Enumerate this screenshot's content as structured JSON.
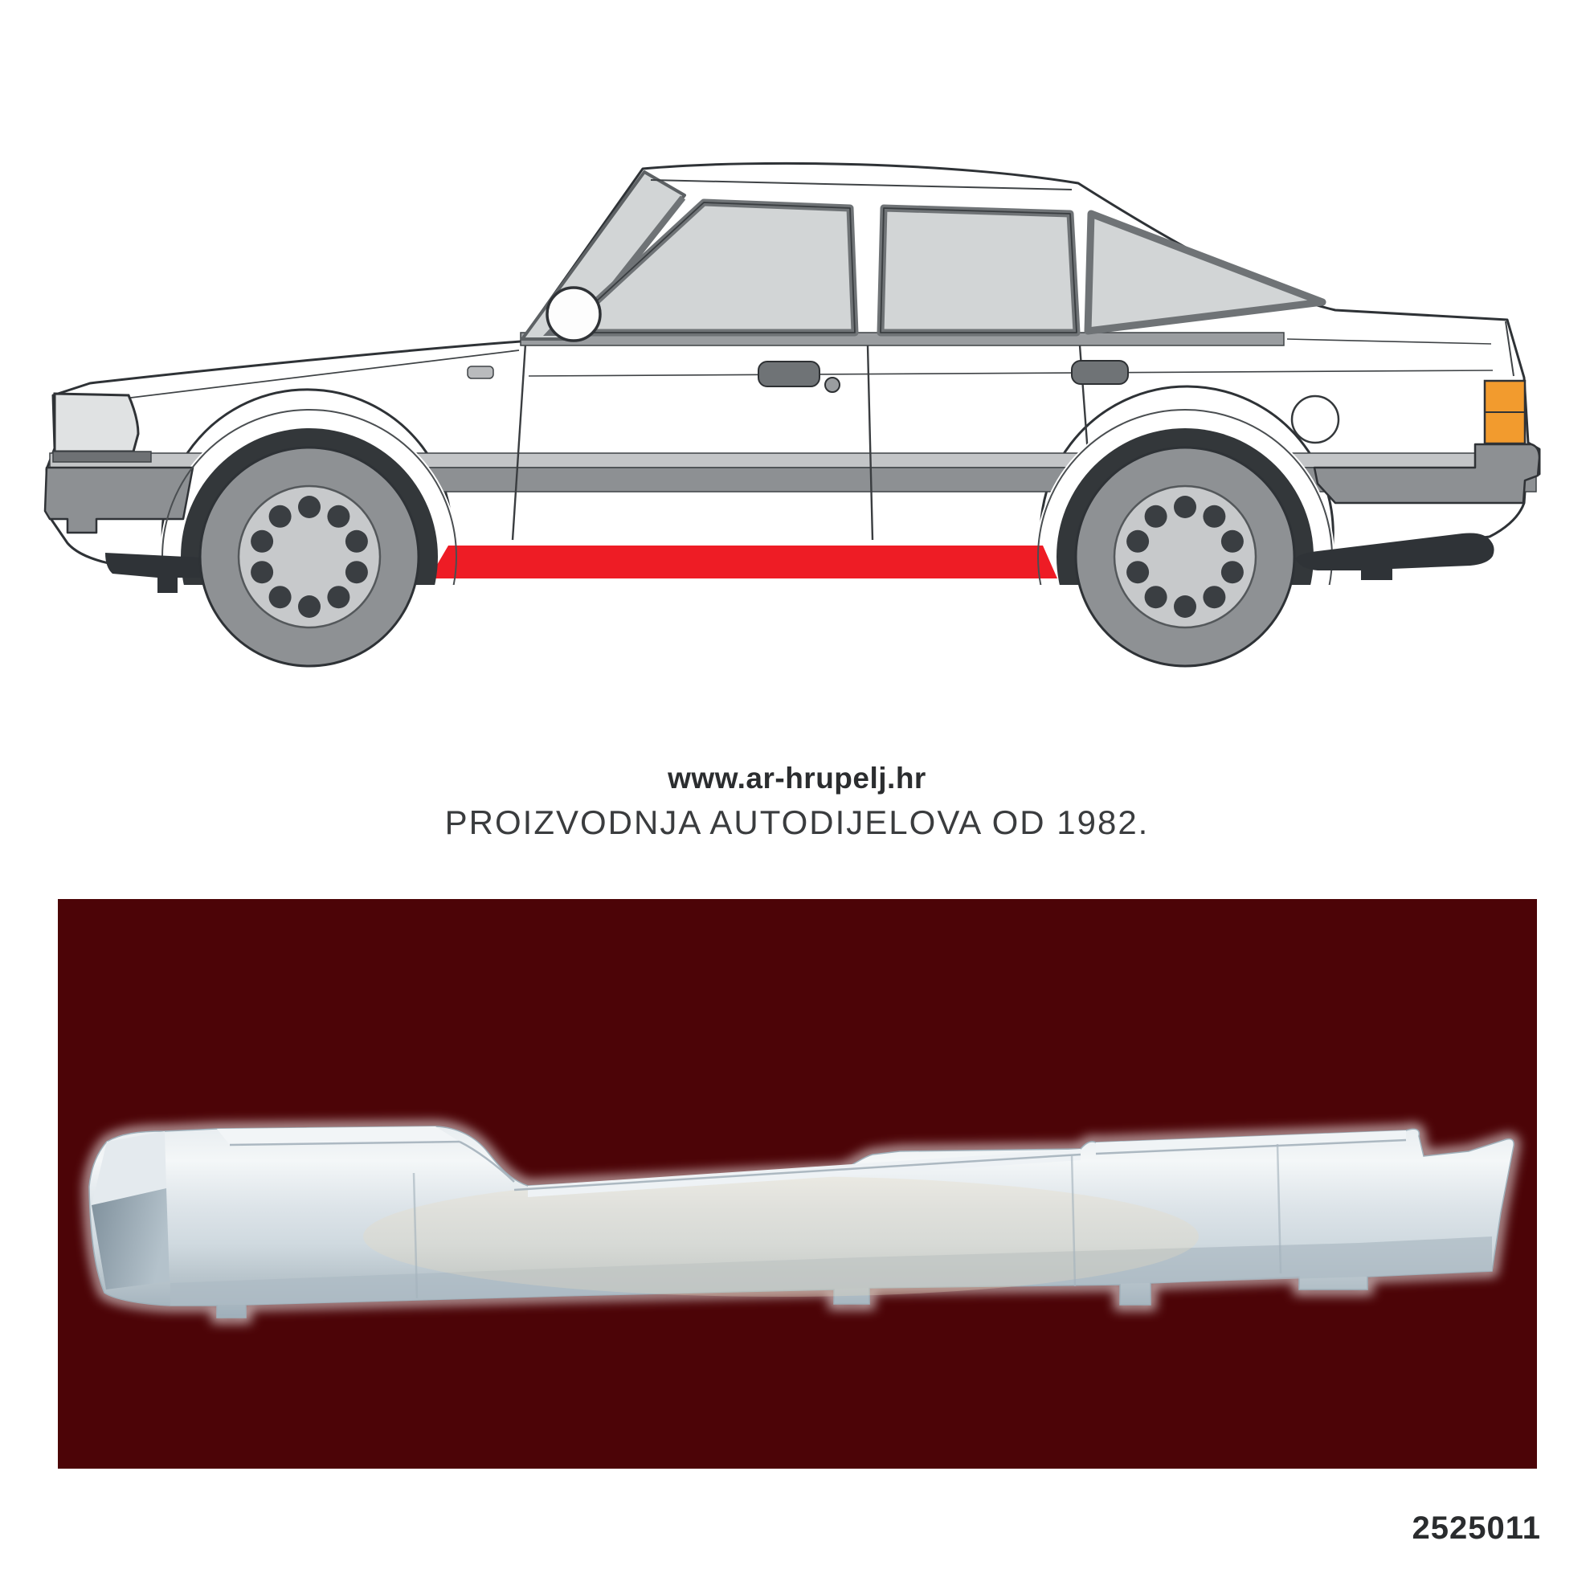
{
  "branding": {
    "website": "www.ar-hrupelj.hr",
    "tagline": "PROIZVODNJA AUTODIJELOVA OD 1982."
  },
  "part": {
    "number": "2525011"
  },
  "diagram": {
    "subject": "car-side-view-line-art",
    "highlighted_part": "sill-rocker-panel",
    "highlight_color": "#ee1c25",
    "taillight_color": "#f29b2e",
    "body_color": "#ffffff",
    "outline_color": "#2e3236"
  },
  "photo": {
    "subject": "galvanized-sill-repair-panel",
    "background_color": "#4c0407"
  }
}
